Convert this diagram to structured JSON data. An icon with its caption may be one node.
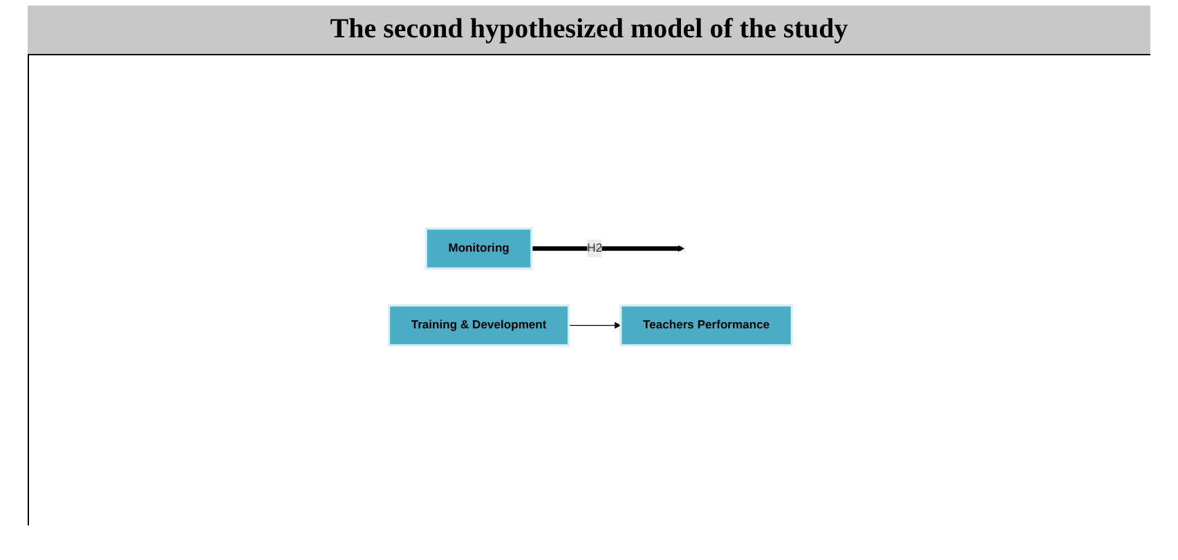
{
  "diagram": {
    "title": "The second hypothesized model of the study",
    "nodes": [
      {
        "text": [
          "Monitoring"
        ]
      },
      {
        "text": [
          "Training & Development"
        ]
      },
      {
        "text": [
          "Teachers Performance"
        ]
      }
    ],
    "edges": [
      {
        "from": 1,
        "to": 2,
        "arrow": "to"
      },
      {
        "from": 0,
        "to": null,
        "arrow": "to",
        "style": "thick",
        "label": "H2"
      }
    ]
  }
}
